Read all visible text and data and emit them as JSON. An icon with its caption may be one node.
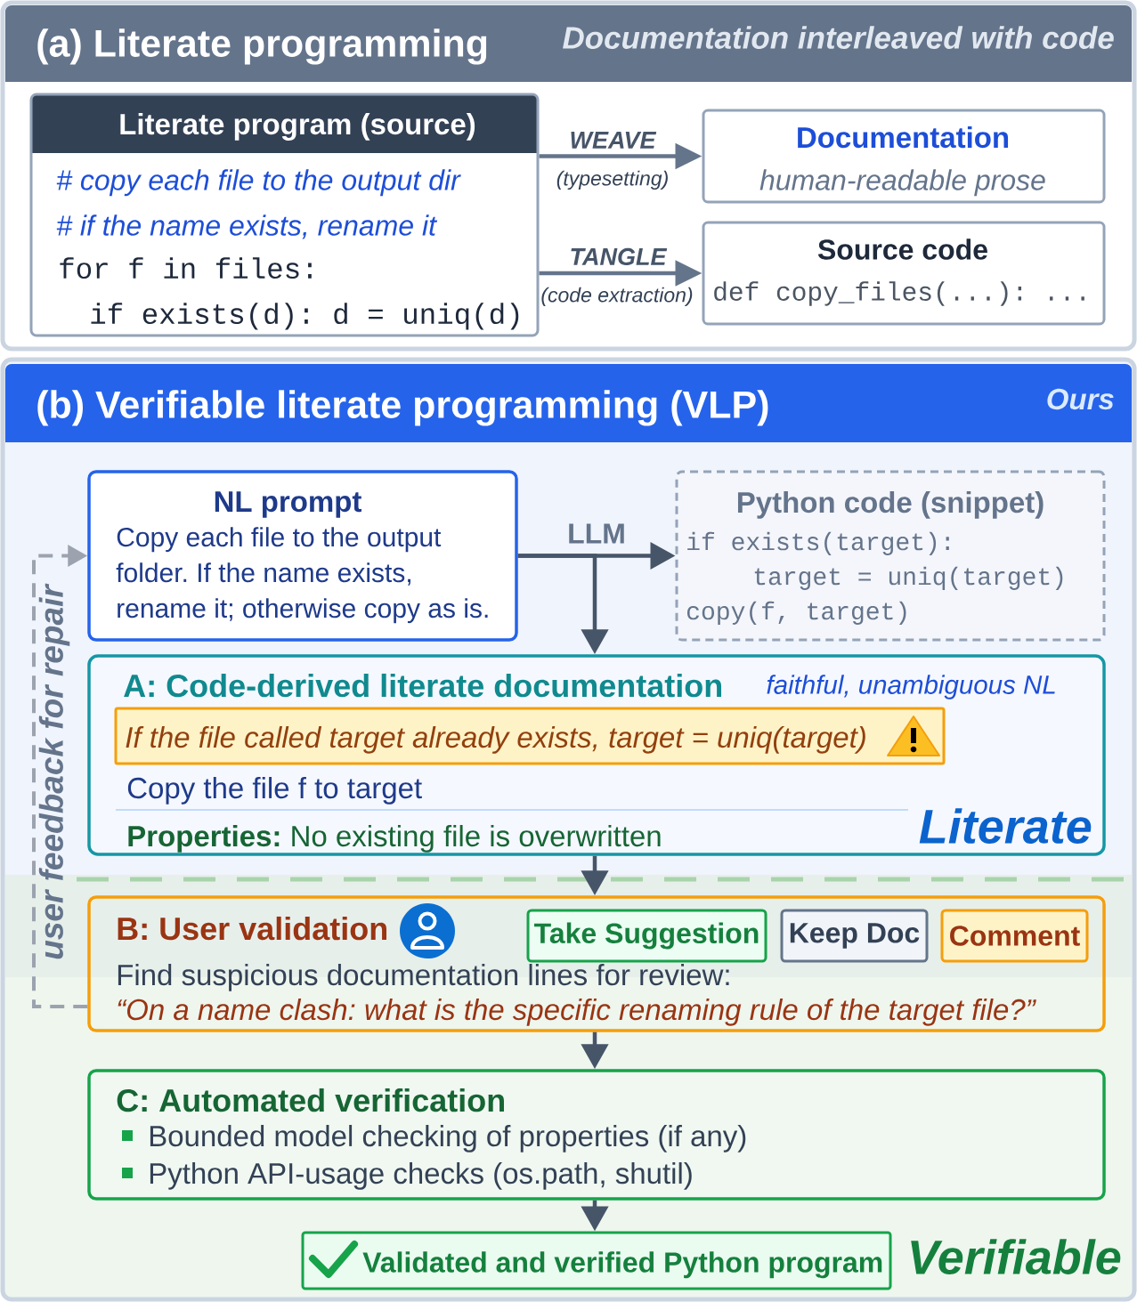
{
  "diagram": {
    "nodes": [
      {
        "text": [
          "(a) Literate programming",
          "Documentation interleaved with code"
        ]
      },
      {
        "text": [
          "Literate program (source)",
          "# copy each file to the output dir",
          "# if the name exists, rename it",
          "for f in files:",
          "if exists(d): d = uniq(d)"
        ],
        "in": 0
      },
      {
        "text": [
          "Documentation",
          "human-readable prose"
        ],
        "in": 0
      },
      {
        "text": [
          "Source code",
          "def copy_files(...): ..."
        ],
        "in": 0
      },
      {
        "text": [
          "(b) Verifiable literate programming (VLP)",
          "Ours"
        ]
      },
      {
        "text": [
          "NL prompt",
          "Copy each file to the output folder. If the name exists, rename it; otherwise copy as is."
        ],
        "in": 4
      },
      {
        "text": [
          "Python code (snippet)",
          "if exists(target):",
          "target = uniq(target)",
          "copy(f, target)"
        ],
        "in": 4
      },
      {
        "text": [
          "A: Code-derived literate documentation",
          "faithful, unambiguous NL",
          "Copy the file f to target",
          "**Properties:** No existing file is overwritten"
        ],
        "in": 4
      },
      {
        "text": [
          "If the file called target already exists, target = uniq(target)"
        ],
        "in": 7
      },
      {
        "text": [
          "B: User validation",
          "Find suspicious documentation lines for review:",
          "“On a name clash: what is the specific renaming rule of the target file?”"
        ],
        "in": 4
      },
      {
        "text": [
          "Take Suggestion"
        ],
        "in": 9
      },
      {
        "text": [
          "Keep Doc"
        ],
        "in": 9
      },
      {
        "text": [
          "Comment"
        ],
        "in": 9
      },
      {
        "text": [
          "C: Automated verification",
          "Bounded model checking of properties (if any)",
          "Python API-usage checks (os.path, shutil)"
        ],
        "in": 4
      },
      {
        "text": [
          "Validated and verified Python program"
        ],
        "in": 4
      }
    ],
    "edges": [
      {
        "from": 1,
        "to": 2,
        "arrow": "to",
        "label": "WEAVE",
        "color": "#64748b"
      },
      {
        "from": 1,
        "to": 3,
        "arrow": "to",
        "label": "TANGLE",
        "color": "#64748b"
      },
      {
        "from": 5,
        "to": 6,
        "arrow": "to",
        "label": "LLM"
      },
      {
        "from": 5,
        "to": 7,
        "arrow": "to"
      },
      {
        "from": 7,
        "to": 9,
        "arrow": "to"
      },
      {
        "from": 9,
        "to": 13,
        "arrow": "to"
      },
      {
        "from": 13,
        "to": 14,
        "arrow": "to"
      },
      {
        "from": 9,
        "to": 5,
        "arrow": "to",
        "label": "user feedback for repair",
        "style": "dashed",
        "color": "#9ca3af"
      }
    ],
    "labels": [
      "(typesetting)",
      "(code extraction)",
      "Literate",
      "Verifiable"
    ]
  }
}
